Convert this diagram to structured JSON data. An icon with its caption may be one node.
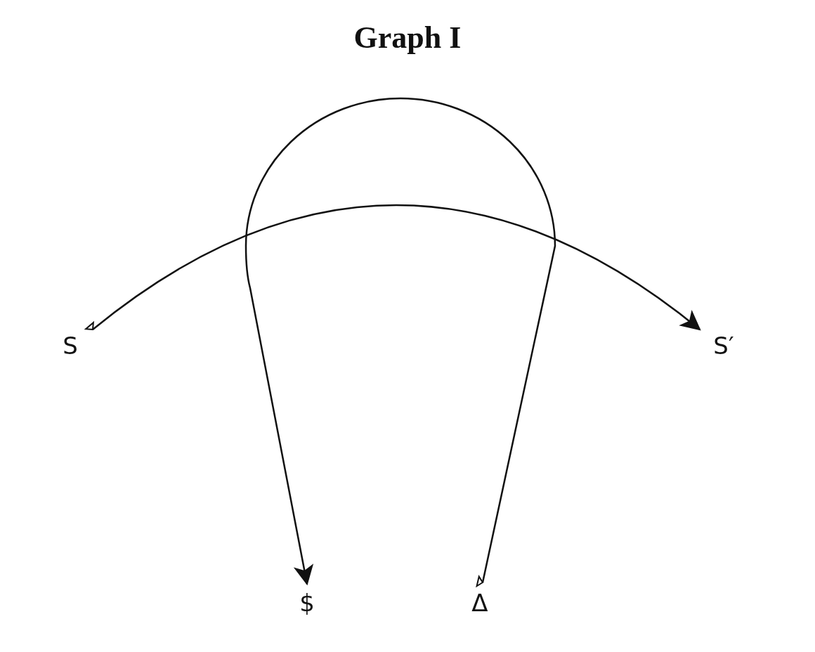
{
  "diagram": {
    "title": "Graph I",
    "nodes": [
      {
        "text": [
          "S"
        ]
      },
      {
        "text": [
          "S′"
        ]
      },
      {
        "text": [
          "$"
        ]
      },
      {
        "text": [
          "Δ"
        ]
      }
    ],
    "edges": [
      {
        "from": 0,
        "to": 1,
        "arrow": "to"
      },
      {
        "from": 3,
        "to": 2,
        "arrow": "to"
      }
    ]
  }
}
